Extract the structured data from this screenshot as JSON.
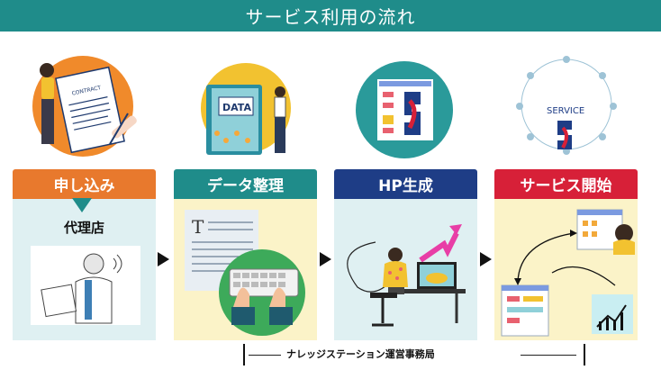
{
  "banner": {
    "title": "サービス利用の流れ"
  },
  "steps": [
    {
      "label": "申し込み",
      "sub": "代理店",
      "color": "#e8792d",
      "bg": "#dff0f2"
    },
    {
      "label": "データ整理",
      "color": "#1f8c8a",
      "bg": "#fbf3c8"
    },
    {
      "label": "HP生成",
      "color": "#1e3d86",
      "bg": "#dff0f2"
    },
    {
      "label": "サービス開始",
      "color": "#d72038",
      "bg": "#fbf3c8"
    }
  ],
  "illustrations": {
    "contract_text": "CONTRACT",
    "data_text": "DATA",
    "service_text": "SERVICE"
  },
  "footer": {
    "note": "ナレッジステーション運営事務局"
  }
}
